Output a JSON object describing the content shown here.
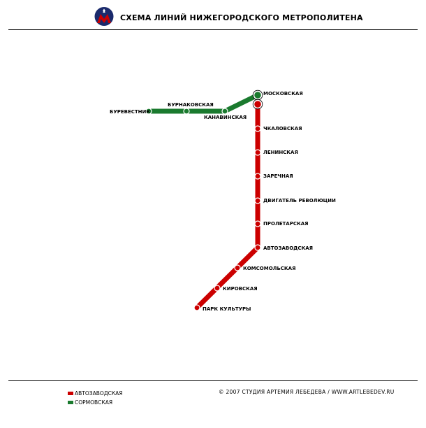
{
  "header": {
    "title": "СХЕМА ЛИНИЙ НИЖЕГОРОДСКОГО МЕТРОПОЛИТЕНА",
    "logo_icon": "metro-logo-icon"
  },
  "colors": {
    "avtozavodskaya": "#cc0000",
    "sormovskaya": "#1a7a2e",
    "logo_blue": "#1a2a6c",
    "logo_red": "#cc0000"
  },
  "lines": [
    {
      "id": "avtozavodskaya",
      "name": "АВТОЗАВОДСКАЯ",
      "color": "#cc0000"
    },
    {
      "id": "sormovskaya",
      "name": "СОРМОВСКАЯ",
      "color": "#1a7a2e"
    }
  ],
  "stations": {
    "moskovskaya": "МОСКОВСКАЯ",
    "chkalovskaya": "ЧКАЛОВСКАЯ",
    "leninskaya": "ЛЕНИНСКАЯ",
    "zarechnaya": "ЗАРЕЧНАЯ",
    "dvigatel": "ДВИГАТЕЛЬ РЕВОЛЮЦИИ",
    "proletarskaya": "ПРОЛЕТАРСКАЯ",
    "avtozavodskaya": "АВТОЗАВОДСКАЯ",
    "komsomolskaya": "КОМСОМОЛЬСКАЯ",
    "kirovskaya": "КИРОВСКАЯ",
    "park_kultury": "ПАРК КУЛЬТУРЫ",
    "burevestnik": "БУРЕВЕСТНИК",
    "burnakovskaya": "БУРНАКОВСКАЯ",
    "kanavinskaya": "КАНАВИНСКАЯ"
  },
  "footer": {
    "copyright": "© 2007 СТУДИЯ АРТЕМИЯ ЛЕБЕДЕВА  /  WWW.ARTLEBEDEV.RU"
  }
}
